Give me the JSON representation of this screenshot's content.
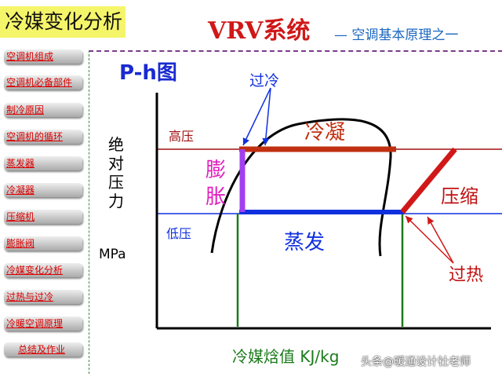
{
  "header": {
    "section_title": "冷媒变化分析",
    "main_title": "VRV系统",
    "subtitle": "— 空调基本原理之一"
  },
  "sidebar": {
    "items": [
      {
        "label": "空调机组成"
      },
      {
        "label": "空调机必备部件"
      },
      {
        "label": "制冷原因"
      },
      {
        "label": "空调机的循环"
      },
      {
        "label": "蒸发器"
      },
      {
        "label": "冷凝器"
      },
      {
        "label": "压缩机"
      },
      {
        "label": "膨胀阀"
      },
      {
        "label": "冷媒变化分析"
      },
      {
        "label": "过热与过冷"
      },
      {
        "label": "冷暖空调原理"
      },
      {
        "label": "总结及作业"
      }
    ]
  },
  "diagram": {
    "title": "P-h图",
    "y_axis_label": "绝对压力",
    "y_unit": "MPa",
    "x_axis_label": "冷媒焓值 KJ/kg",
    "high_pressure": "高压",
    "low_pressure": "低压",
    "subcooling": "过冷",
    "condensation": "冷凝",
    "expansion": "膨胀",
    "compression": "压缩",
    "evaporation": "蒸发",
    "superheat": "过热"
  },
  "watermark": "头条@暖通设计社老师",
  "colors": {
    "condense": "#c03010",
    "evaporate": "#1030e0",
    "expansion": "#a040f0",
    "compress": "#d01818",
    "green": "#1a7a1a"
  }
}
